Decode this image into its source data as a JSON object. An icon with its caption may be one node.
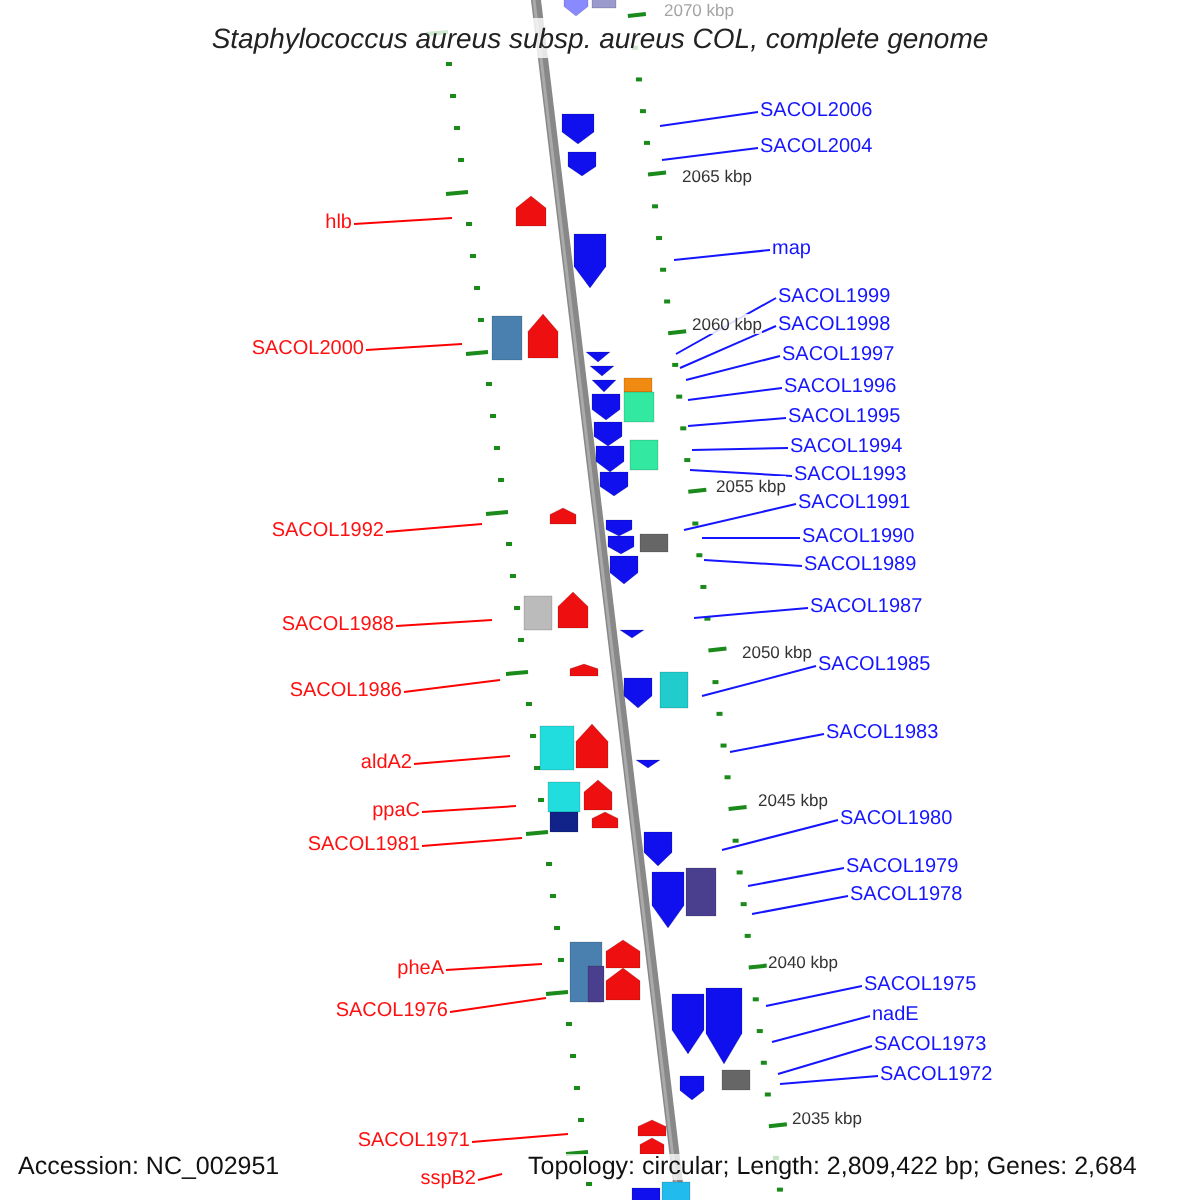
{
  "diagram": {
    "title": "Staphylococcus aureus subsp. aureus COL, complete genome",
    "nodes": [
      {
        "text": [
          "SACOL2006"
        ]
      },
      {
        "text": [
          "SACOL2004"
        ]
      },
      {
        "text": [
          "hlb"
        ]
      },
      {
        "text": [
          "map"
        ]
      },
      {
        "text": [
          "SACOL1999"
        ]
      },
      {
        "text": [
          "SACOL1998"
        ]
      },
      {
        "text": [
          "SACOL2000"
        ]
      },
      {
        "text": [
          "SACOL1997"
        ]
      },
      {
        "text": [
          "SACOL1996"
        ]
      },
      {
        "text": [
          "SACOL1995"
        ]
      },
      {
        "text": [
          "SACOL1994"
        ]
      },
      {
        "text": [
          "SACOL1993"
        ]
      },
      {
        "text": [
          "SACOL1991"
        ]
      },
      {
        "text": [
          "SACOL1992"
        ]
      },
      {
        "text": [
          "SACOL1990"
        ]
      },
      {
        "text": [
          "SACOL1989"
        ]
      },
      {
        "text": [
          "SACOL1987"
        ]
      },
      {
        "text": [
          "SACOL1988"
        ]
      },
      {
        "text": [
          "SACOL1985"
        ]
      },
      {
        "text": [
          "SACOL1986"
        ]
      },
      {
        "text": [
          "SACOL1983"
        ]
      },
      {
        "text": [
          "aldA2"
        ]
      },
      {
        "text": [
          "ppaC"
        ]
      },
      {
        "text": [
          "SACOL1980"
        ]
      },
      {
        "text": [
          "SACOL1981"
        ]
      },
      {
        "text": [
          "SACOL1979"
        ]
      },
      {
        "text": [
          "SACOL1978"
        ]
      },
      {
        "text": [
          "pheA"
        ]
      },
      {
        "text": [
          "SACOL1975"
        ]
      },
      {
        "text": [
          "SACOL1976"
        ]
      },
      {
        "text": [
          "nadE"
        ]
      },
      {
        "text": [
          "SACOL1973"
        ]
      },
      {
        "text": [
          "SACOL1972"
        ]
      },
      {
        "text": [
          "SACOL1971"
        ]
      },
      {
        "text": [
          "sspB2"
        ]
      }
    ],
    "edges": [
      {
        "from": 0,
        "to": null,
        "arrow": "none"
      },
      {
        "from": 1,
        "to": null,
        "arrow": "none"
      },
      {
        "from": 2,
        "to": null,
        "arrow": "none",
        "color": "#ff0000"
      },
      {
        "from": 3,
        "to": null,
        "arrow": "none"
      },
      {
        "from": 4,
        "to": null,
        "arrow": "none"
      },
      {
        "from": 5,
        "to": null,
        "arrow": "none"
      },
      {
        "from": 6,
        "to": null,
        "arrow": "none",
        "color": "#ff0000"
      },
      {
        "from": 7,
        "to": null,
        "arrow": "none"
      },
      {
        "from": 8,
        "to": null,
        "arrow": "none"
      },
      {
        "from": 9,
        "to": null,
        "arrow": "none"
      },
      {
        "from": 10,
        "to": null,
        "arrow": "none"
      },
      {
        "from": 11,
        "to": null,
        "arrow": "none"
      },
      {
        "from": 12,
        "to": null,
        "arrow": "none"
      },
      {
        "from": 13,
        "to": null,
        "arrow": "none",
        "color": "#ff0000"
      },
      {
        "from": 14,
        "to": null,
        "arrow": "none"
      },
      {
        "from": 15,
        "to": null,
        "arrow": "none"
      },
      {
        "from": 16,
        "to": null,
        "arrow": "none"
      },
      {
        "from": 17,
        "to": null,
        "arrow": "none",
        "color": "#ff0000"
      },
      {
        "from": 18,
        "to": null,
        "arrow": "none"
      },
      {
        "from": 19,
        "to": null,
        "arrow": "none",
        "color": "#ff0000"
      },
      {
        "from": 20,
        "to": null,
        "arrow": "none"
      },
      {
        "from": 21,
        "to": null,
        "arrow": "none",
        "color": "#ff0000"
      },
      {
        "from": 22,
        "to": null,
        "arrow": "none",
        "color": "#ff0000"
      },
      {
        "from": 23,
        "to": null,
        "arrow": "none"
      },
      {
        "from": 24,
        "to": null,
        "arrow": "none",
        "color": "#ff0000"
      },
      {
        "from": 25,
        "to": null,
        "arrow": "none"
      },
      {
        "from": 26,
        "to": null,
        "arrow": "none"
      },
      {
        "from": 27,
        "to": null,
        "arrow": "none",
        "color": "#ff0000"
      },
      {
        "from": 28,
        "to": null,
        "arrow": "none"
      },
      {
        "from": 29,
        "to": null,
        "arrow": "none",
        "color": "#ff0000"
      },
      {
        "from": 30,
        "to": null,
        "arrow": "none"
      },
      {
        "from": 31,
        "to": null,
        "arrow": "none"
      },
      {
        "from": 32,
        "to": null,
        "arrow": "none"
      },
      {
        "from": 33,
        "to": null,
        "arrow": "none",
        "color": "#ff0000"
      },
      {
        "from": 34,
        "to": null,
        "arrow": "none",
        "color": "#ff0000"
      }
    ],
    "labels": [
      "2070 kbp",
      "2065 kbp",
      "2060 kbp",
      "2055 kbp",
      "2050 kbp",
      "2045 kbp",
      "2040 kbp",
      "2035 kbp",
      "Accession: NC_002951",
      "Topology: circular; Length: 2,809,422 bp; Genes: 2,684"
    ]
  }
}
